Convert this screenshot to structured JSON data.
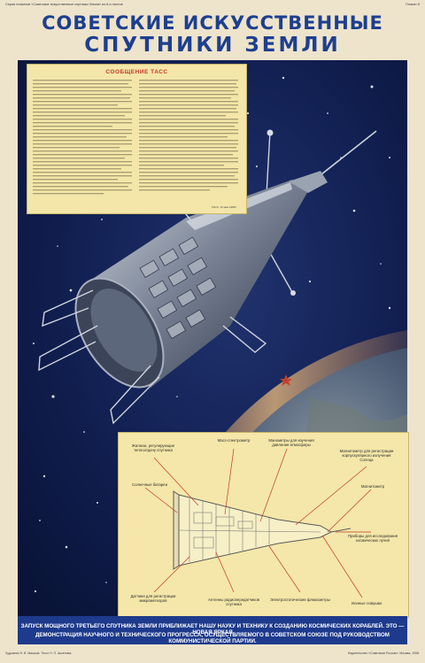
{
  "header": {
    "series_line": "Серия плакатов «Советские искусственные спутники Земли» из 6-и листов",
    "sheet_label": "Плакат 6",
    "title_line1": "СОВЕТСКИЕ ИСКУССТВЕННЫЕ",
    "title_line2": "СПУТНИКИ ЗЕМЛИ"
  },
  "tass": {
    "heading": "СООБЩЕНИЕ ТАСС",
    "signature": "ТАСС, 15 мая 1958 г."
  },
  "diagram": {
    "labels": [
      "Жалюзи, регулирующие теплоотдачу спутника",
      "Масс-спектрометр",
      "Манометры для изучения давления атмосферы",
      "Магнитометр для регистрации корпускулярного излучения Солнца",
      "Солнечные батареи",
      "Магнитометр",
      "Приборы для исследования космических лучей",
      "Датчики для регистрации микрометеоров",
      "Антенны радиопередатчиков спутника",
      "Электростатические флюксметры",
      "Ионные ловушки"
    ]
  },
  "footer_banner": {
    "line1": "ЗАПУСК МОЩНОГО ТРЕТЬЕГО СПУТНИКА ЗЕМЛИ ПРИБЛИЖАЕТ НАШУ НАУКУ И ТЕХНИКУ К СОЗДАНИЮ КОСМИЧЕСКИХ КОРАБЛЕЙ. ЭТО — НОВАЯ ЯРКАЯ",
    "line2": "ДЕМОНСТРАЦИЯ НАУЧНОГО И ТЕХНИЧЕСКОГО ПРОГРЕССА, ОСУЩЕСТВЛЯЕМОГО В СОВЕТСКОМ СОЮЗЕ ПОД РУКОВОДСТВОМ КОММУНИСТИЧЕСКОЙ ПАРТИИ."
  },
  "imprint": {
    "left": "Художник Н. В. Машков. Текст Н. П. Аксенова.",
    "right": "Издательство «Советская Россия». Москва, 1958."
  },
  "colors": {
    "title_blue": "#1d3f8f",
    "banner_blue": "#1d3a8c",
    "panel_yellow": "#f3e6a8",
    "tass_red": "#c43a2a"
  }
}
